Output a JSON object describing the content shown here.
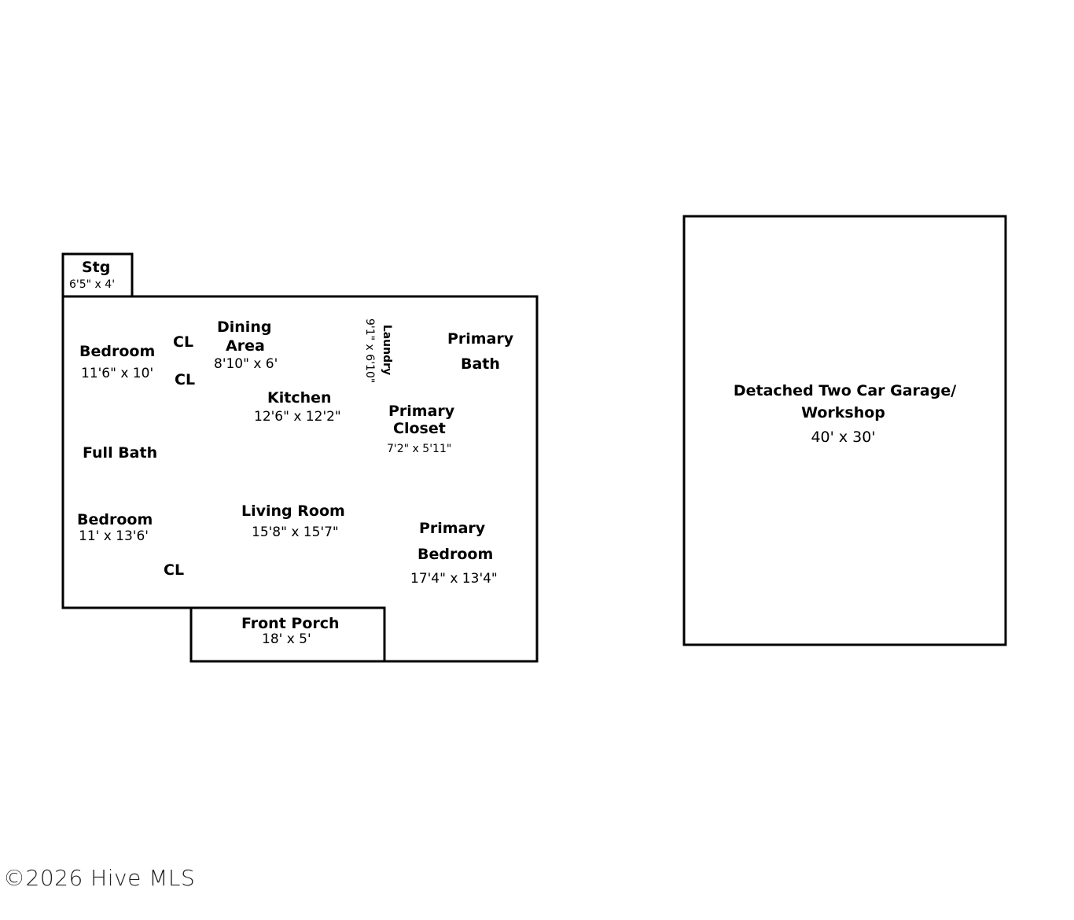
{
  "rooms": {
    "storage": {
      "name": "Stg",
      "dims": "6'5\" x 4'"
    },
    "bedroom1": {
      "name": "Bedroom",
      "dims": "11'6\" x 10'"
    },
    "closet1": {
      "name": "CL"
    },
    "closet2": {
      "name": "CL"
    },
    "closet3": {
      "name": "CL"
    },
    "dining": {
      "name1": "Dining",
      "name2": "Area",
      "dims": "8'10\" x 6'"
    },
    "laundry": {
      "name": "Laundry",
      "dims": "9'1\" x 6'10\""
    },
    "primary_bath": {
      "name1": "Primary",
      "name2": "Bath"
    },
    "kitchen": {
      "name": "Kitchen",
      "dims": "12'6\" x 12'2\""
    },
    "primary_closet": {
      "name1": "Primary",
      "name2": "Closet",
      "dims": "7'2\" x 5'11\""
    },
    "full_bath": {
      "name": "Full Bath"
    },
    "bedroom2": {
      "name": "Bedroom",
      "dims": "11' x 13'6'"
    },
    "living": {
      "name": "Living Room",
      "dims": "15'8\" x 15'7\""
    },
    "primary_bedroom": {
      "name1": "Primary",
      "name2": "Bedroom",
      "dims": "17'4\" x 13'4\""
    },
    "porch": {
      "name": "Front Porch",
      "dims": "18' x 5'"
    },
    "garage": {
      "name1": "Detached Two Car Garage/",
      "name2": "Workshop",
      "dims": "40' x 30'"
    }
  },
  "watermark": "©2026 Hive MLS"
}
